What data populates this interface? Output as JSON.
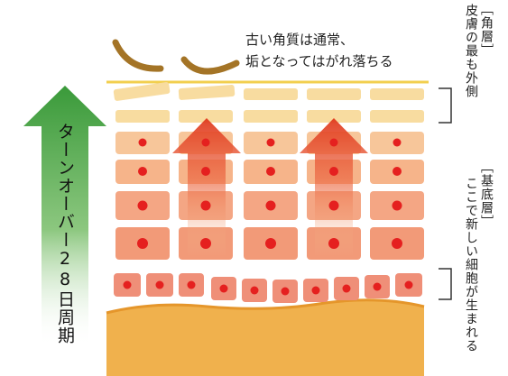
{
  "caption": {
    "line1": "古い角質は通常、",
    "line2": "垢となってはがれ落ちる"
  },
  "cycle_label": "ターンオーバー28日周期",
  "stratum_corneum": {
    "title": "［角層］",
    "description": "皮膚の最も外側"
  },
  "basal_layer": {
    "title": "［基底層］",
    "description": "ここで新しい細胞が生まれる"
  },
  "colors": {
    "arrow_green": "#3a9a3a",
    "arrow_green_light": "#c9e6c0",
    "flake_brown": "#a47426",
    "surface_line": "#f2cf4f",
    "corneum_cell": "#f8dca0",
    "cell_light": "#f7c69a",
    "cell_dark": "#f29a78",
    "basal_cell": "#ef8f78",
    "nucleus": "#e5201f",
    "dermis": "#f0b14d",
    "red_arrow": "#e03a1e"
  }
}
